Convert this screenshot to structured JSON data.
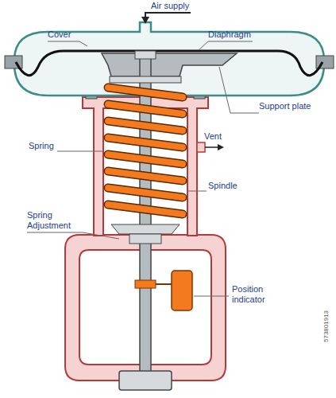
{
  "diagram": {
    "labels": [
      "Air supply",
      "Cover",
      "Diaphragm",
      "Support plate",
      "Spring",
      "Vent",
      "Spindle",
      "Spring Adjustment",
      "Position indicator",
      "573801913"
    ]
  }
}
